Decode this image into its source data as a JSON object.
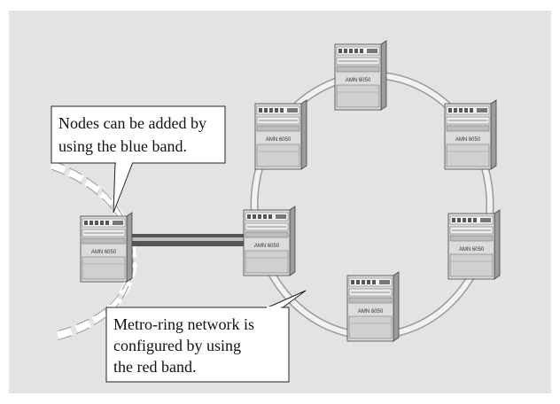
{
  "colors": {
    "background": "#e3e3e3",
    "ring": "#ececec",
    "ring_edge": "#9a9a9a",
    "link_dark": "#555555",
    "node_body": "#dcdcdc",
    "node_side": "#9c9c9c",
    "node_outline": "#444444"
  },
  "nodes": [
    {
      "id": "ring-node-top",
      "label": "AMN 6050"
    },
    {
      "id": "ring-node-upper-left",
      "label": "AMN 6050"
    },
    {
      "id": "ring-node-upper-right",
      "label": "AMN 6050"
    },
    {
      "id": "ring-node-left",
      "label": "AMN 6050"
    },
    {
      "id": "ring-node-right",
      "label": "AMN 6050"
    },
    {
      "id": "ring-node-bottom",
      "label": "AMN 6050"
    },
    {
      "id": "external-node",
      "label": "AMN 6050"
    }
  ],
  "callouts": {
    "blue_band": {
      "lines": [
        "Nodes can be added by",
        "using the blue band."
      ]
    },
    "red_band": {
      "lines": [
        "Metro-ring network is",
        "configured by using",
        "the red band."
      ]
    }
  }
}
